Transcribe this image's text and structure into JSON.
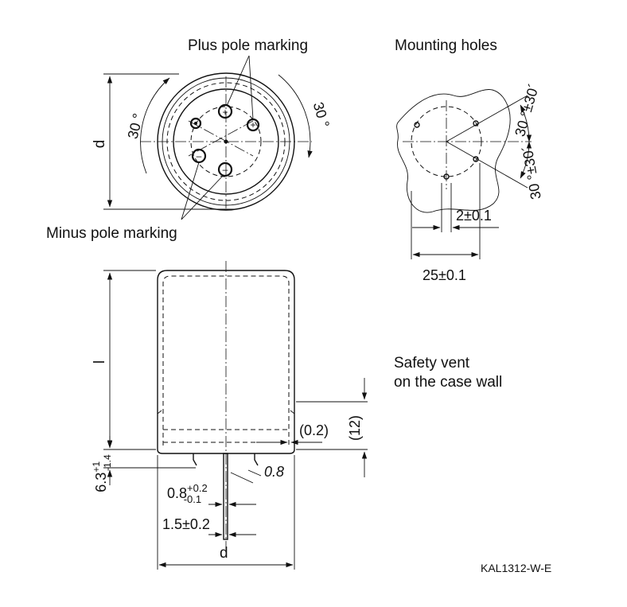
{
  "labels": {
    "plus_pole": "Plus pole marking",
    "minus_pole": "Minus pole marking",
    "mounting_holes": "Mounting holes",
    "safety_vent_line1": "Safety vent",
    "safety_vent_line2": "on the case wall",
    "drawing_id": "KAL1312-W-E"
  },
  "dimensions": {
    "angle_left": "30 °",
    "angle_right": "30 °",
    "diameter_top": "d",
    "diameter_bottom": "d",
    "length": "l",
    "pin_spacing": "2±0.1",
    "hole_spacing": "25±0.1",
    "angle_tol_1": "30 °±30´",
    "angle_tol_2": "30 °±30´",
    "vent_gap": "(0.2)",
    "vent_height": "(12)",
    "pin_length_base": "6.3",
    "pin_length_plus": "+1",
    "pin_length_minus": "-1.4",
    "pin_thickness": "0.8",
    "pin_width_base": "0.8",
    "pin_width_plus": "+0.2",
    "pin_width_minus": "-0.1",
    "pin_width_2": "1.5±0.2"
  },
  "symbols": {
    "plus": "+",
    "minus": "–"
  }
}
